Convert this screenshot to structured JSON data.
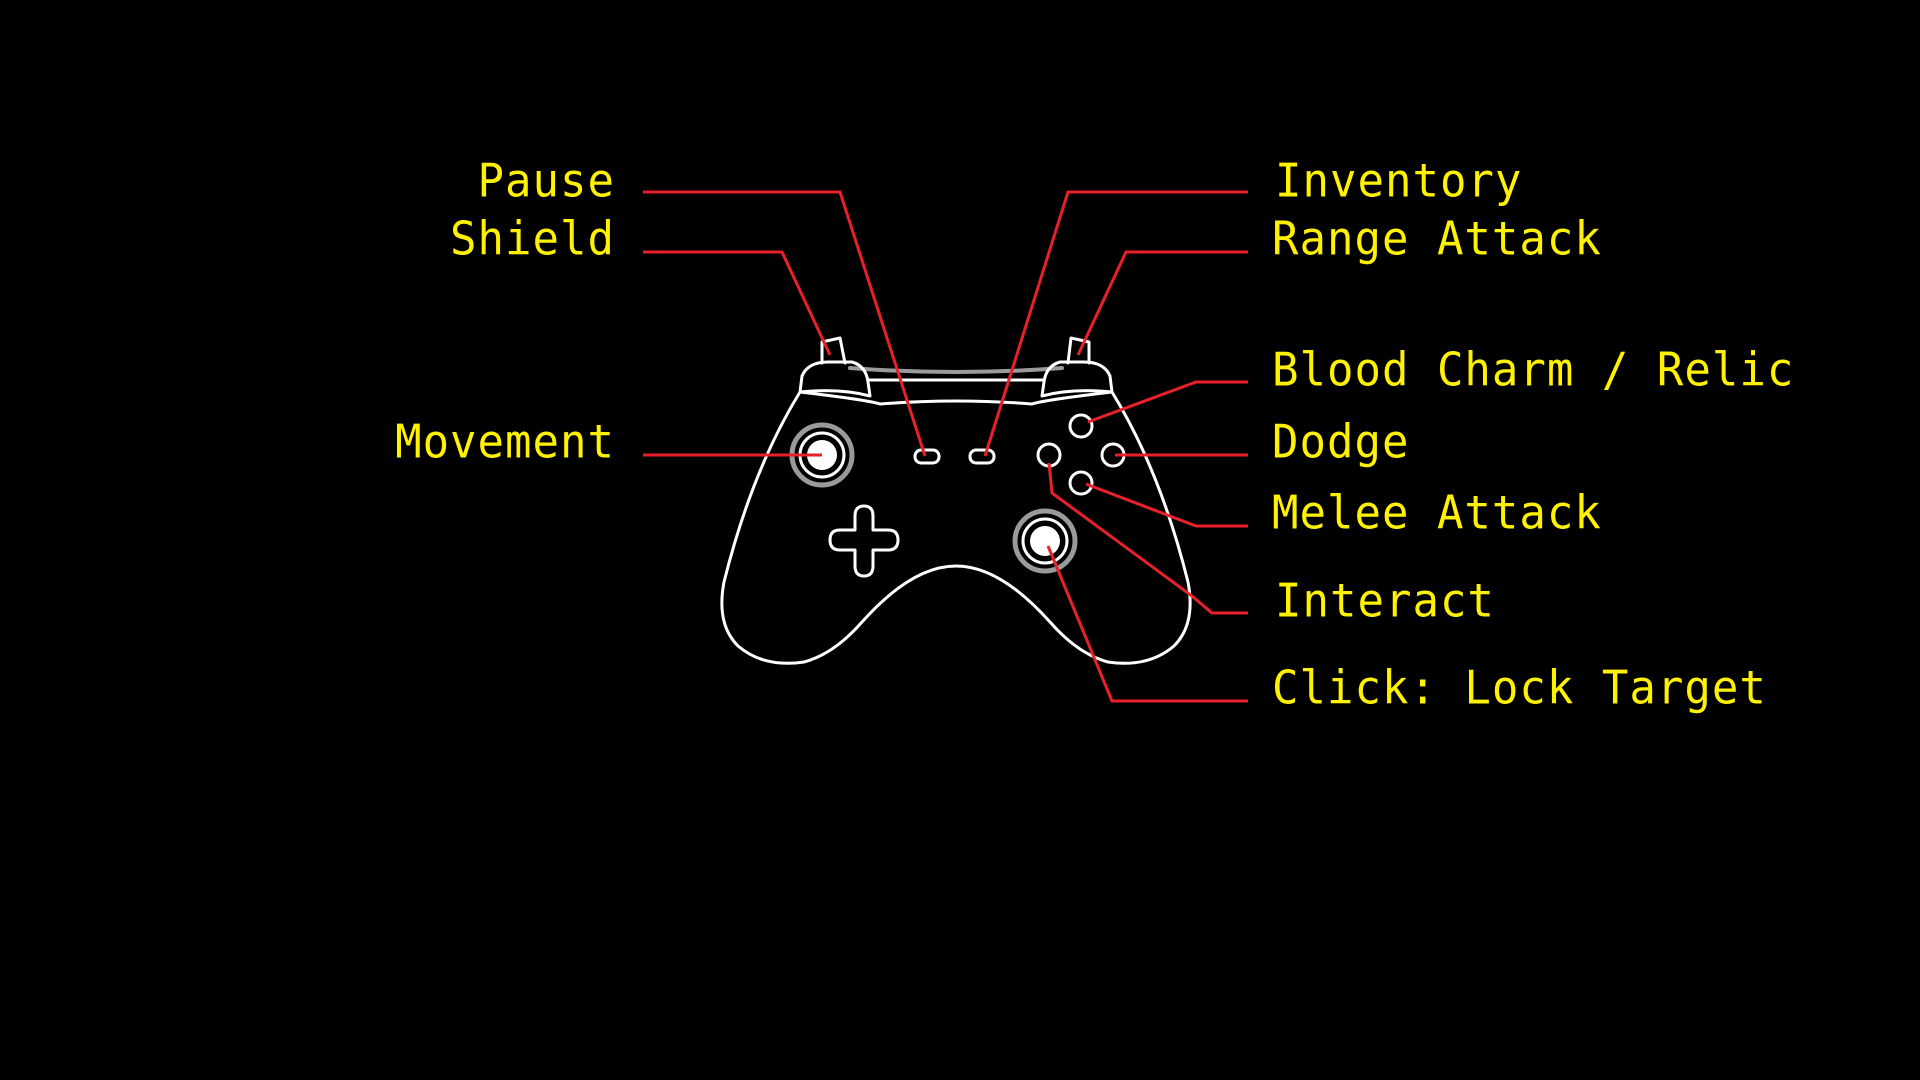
{
  "colors": {
    "background": "#000000",
    "label_text": "#FFF200",
    "leader_line": "#E8202A",
    "controller_outline": "#FFFFFF",
    "controller_accent": "#9A9A9A"
  },
  "controller": {
    "icon": "gamepad-icon"
  },
  "bindings_left": [
    {
      "id": "pause",
      "label": "Pause"
    },
    {
      "id": "shield",
      "label": "Shield"
    },
    {
      "id": "movement",
      "label": "Movement"
    }
  ],
  "bindings_right": [
    {
      "id": "inventory",
      "label": "Inventory"
    },
    {
      "id": "range-attack",
      "label": "Range Attack"
    },
    {
      "id": "blood-charm-relic",
      "label": "Blood Charm / Relic"
    },
    {
      "id": "dodge",
      "label": "Dodge"
    },
    {
      "id": "melee-attack",
      "label": "Melee Attack"
    },
    {
      "id": "interact",
      "label": "Interact"
    },
    {
      "id": "click-lock-target",
      "label": "Click: Lock Target"
    }
  ]
}
